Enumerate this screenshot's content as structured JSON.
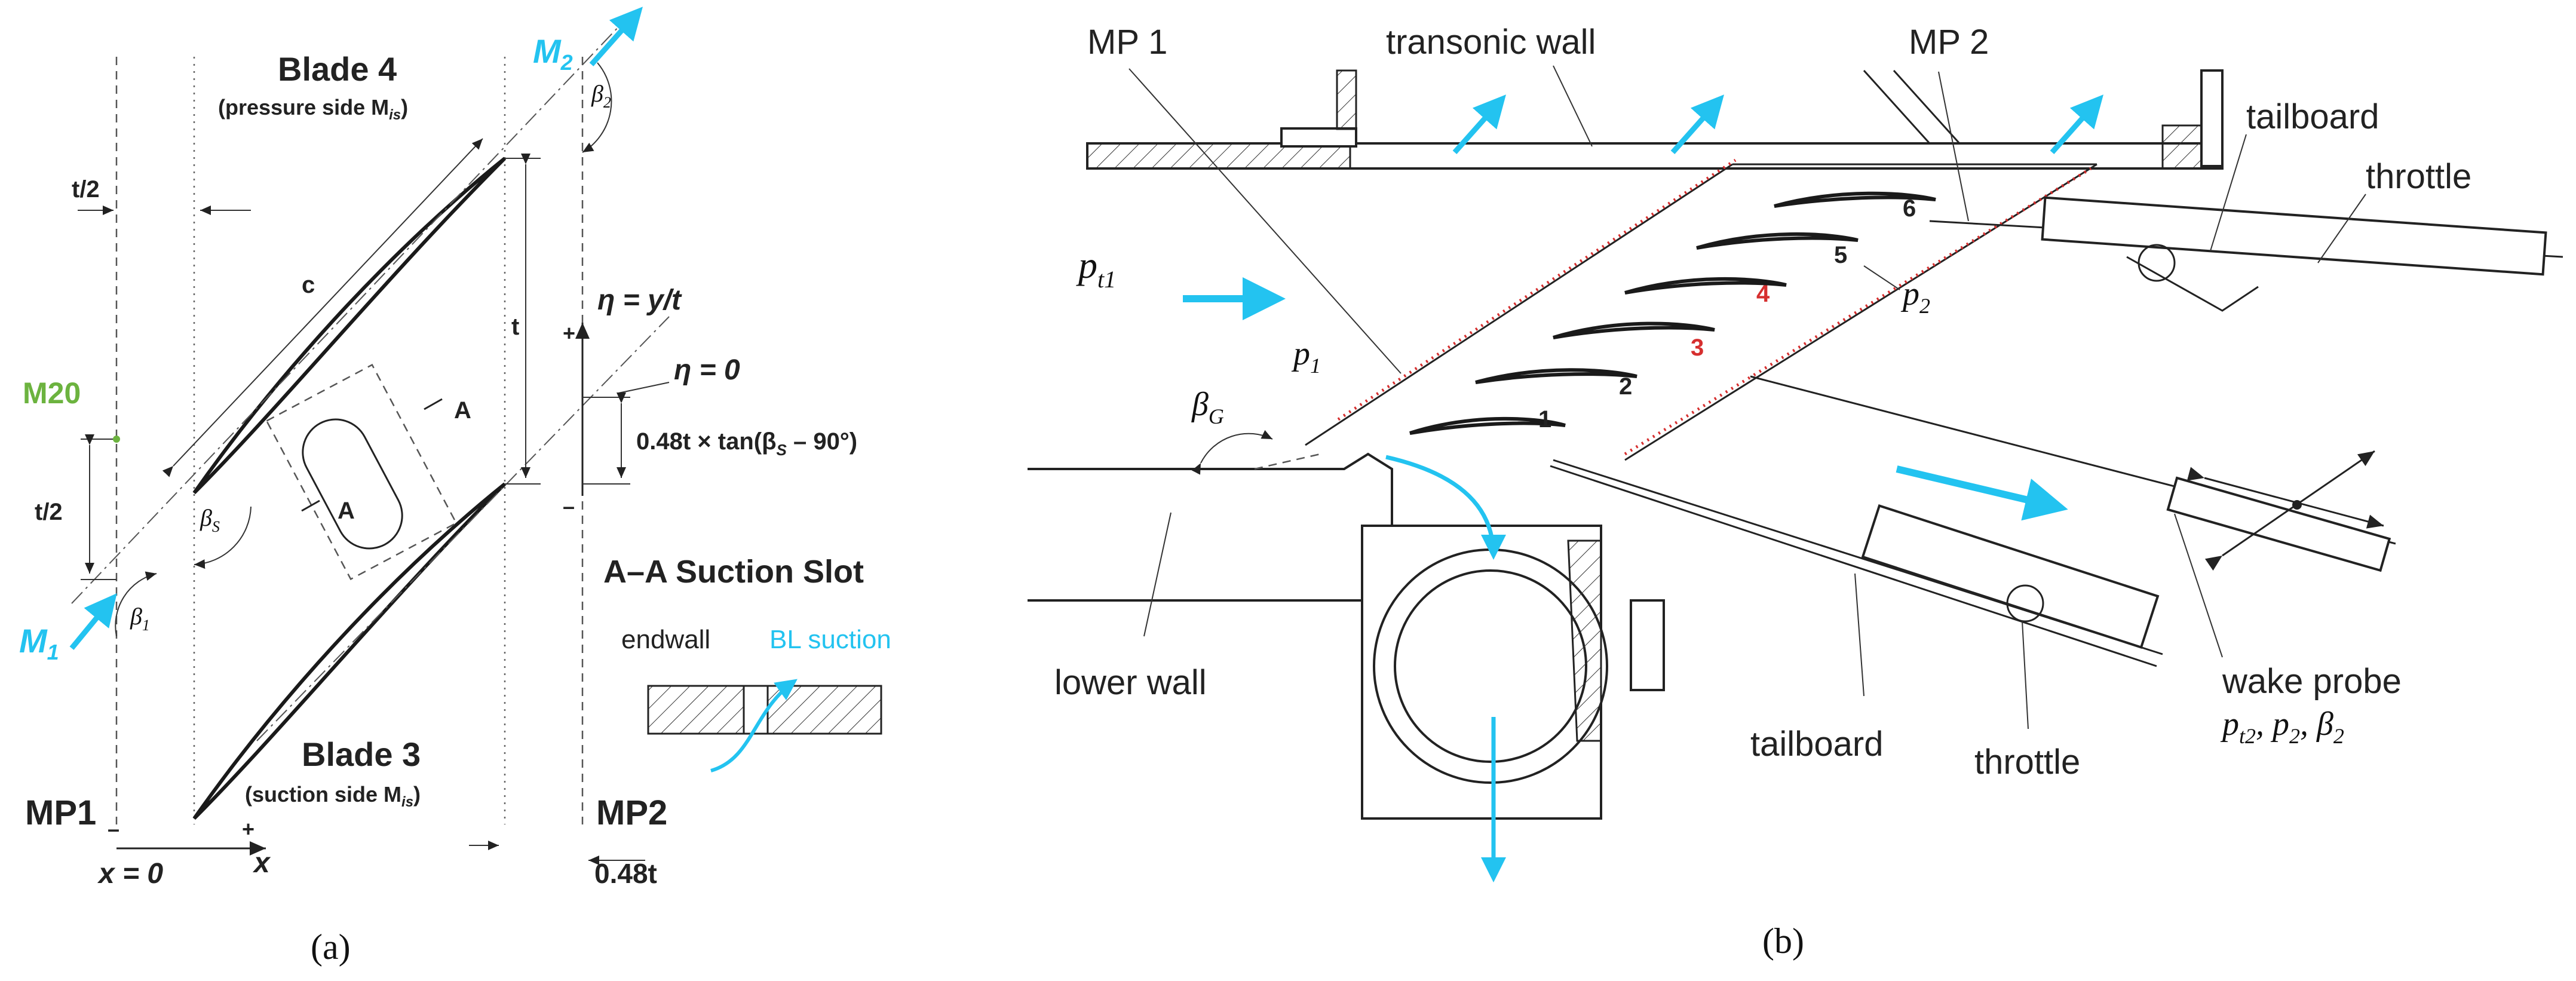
{
  "colors": {
    "flow_arrow": "#23c3f0",
    "slot_highlight": "#d62f2f",
    "monitor_point": "#6cb33f"
  },
  "panel_a": {
    "caption": "(a)",
    "blade4": "Blade 4",
    "blade4_sub": "(pressure side M",
    "blade4_sub_idx": "is",
    "blade3": "Blade 3",
    "blade3_sub": "(suction side M",
    "blade3_sub_idx": "is",
    "m20": "M20",
    "m1": "M",
    "m1_idx": "1",
    "m2": "M",
    "m2_idx": "2",
    "beta1": "β",
    "beta1_idx": "1",
    "beta2": "β",
    "beta2_idx": "2",
    "betas": "β",
    "betas_idx": "S",
    "chord": "c",
    "pitch": "t",
    "half_pitch_top": "t/2",
    "half_pitch_side": "t/2",
    "eta_axis": "η = y/t",
    "eta_zero": "η = 0",
    "offset_formula": "0.48t × tan(β",
    "offset_formula_idx": "S",
    "offset_formula_end": " – 90°)",
    "plus_top": "+",
    "minus_bottom": "–",
    "section_a1": "A",
    "section_a2": "A",
    "slot_title": "A–A Suction Slot",
    "endwall": "endwall",
    "bl_suction": "BL suction",
    "mp1": "MP1",
    "mp2": "MP2",
    "x_minus": "–",
    "x_plus": "+",
    "x_zero": "x = 0",
    "x_label": "x",
    "dist_mp2": "0.48t"
  },
  "panel_b": {
    "caption": "(b)",
    "mp1": "MP 1",
    "mp2": "MP 2",
    "transonic_wall": "transonic wall",
    "tailboard_top": "tailboard",
    "throttle_top": "throttle",
    "pt1": "p",
    "pt1_idx": "t1",
    "p1": "p",
    "p1_idx": "1",
    "p2": "p",
    "p2_idx": "2",
    "betag": "β",
    "betag_idx": "G",
    "lower_wall": "lower wall",
    "tailboard_bottom": "tailboard",
    "throttle_bottom": "throttle",
    "wake_probe": "wake probe",
    "wake_vars": "p",
    "wake_vars_idx1": "t2",
    "wake_vars_mid": ", p",
    "wake_vars_idx2": "2",
    "wake_vars_mid2": ", β",
    "wake_vars_idx3": "2",
    "blade_numbers": [
      "1",
      "2",
      "3",
      "4",
      "5",
      "6"
    ],
    "highlighted_blades": [
      "3",
      "4"
    ]
  }
}
